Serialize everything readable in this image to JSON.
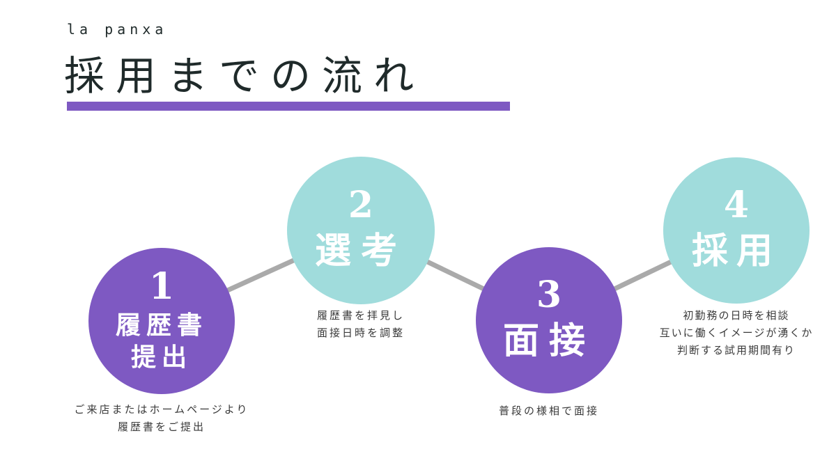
{
  "header": {
    "brand": "la panxa",
    "title": "採用までの流れ"
  },
  "colors": {
    "accent_purple": "#7e59c2",
    "accent_teal": "#a0dcdc",
    "connector_gray": "#aaaaaa"
  },
  "steps": [
    {
      "number": "1",
      "label": "履歴書\n提出",
      "description": "ご来店またはホームページより\n履歴書をご提出",
      "color": "purple"
    },
    {
      "number": "2",
      "label": "選考",
      "description": "履歴書を拝見し\n面接日時を調整",
      "color": "teal"
    },
    {
      "number": "3",
      "label": "面接",
      "description": "普段の様相で面接",
      "color": "purple"
    },
    {
      "number": "4",
      "label": "採用",
      "description": "初勤務の日時を相談\n互いに働くイメージが湧くか\n判断する試用期間有り",
      "color": "teal"
    }
  ]
}
